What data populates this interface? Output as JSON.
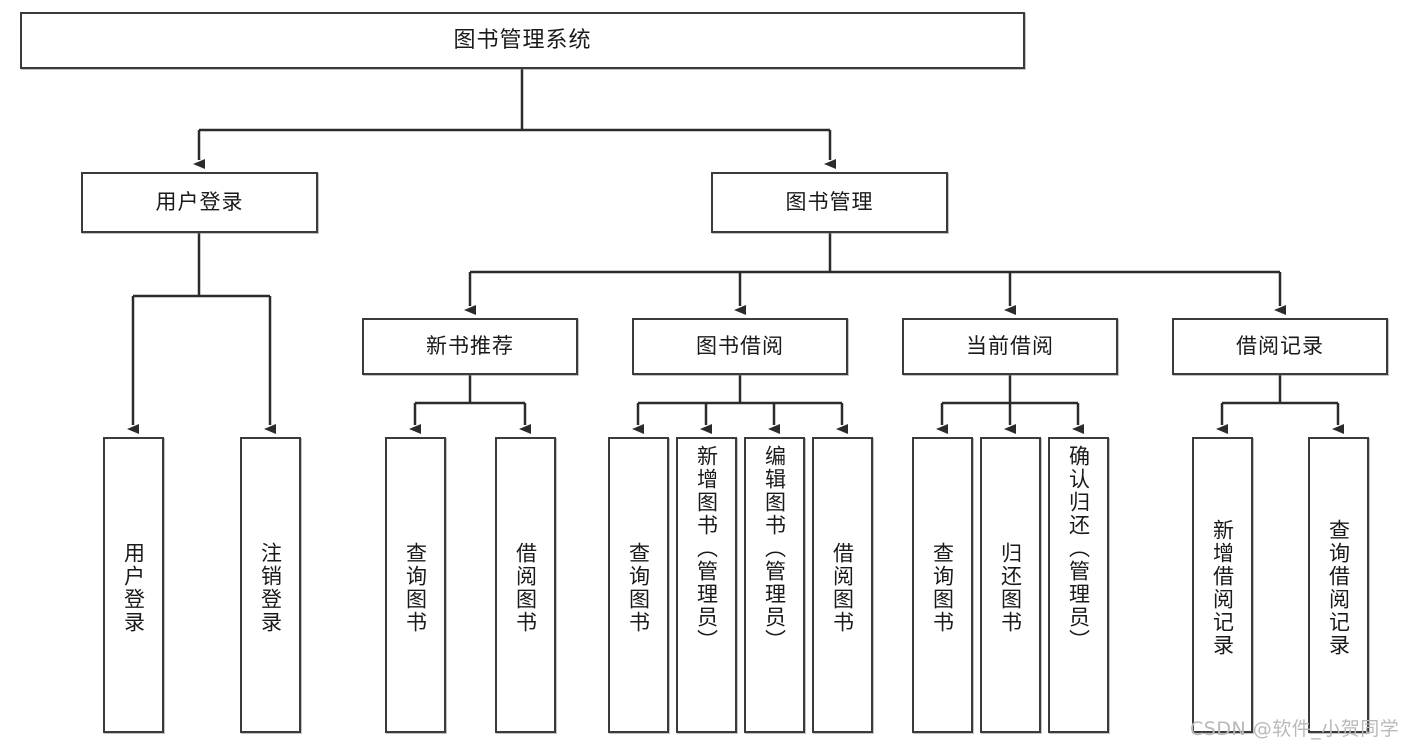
{
  "diagram": {
    "title": "图书管理系统",
    "root": {
      "label": "图书管理系统"
    },
    "level2": [
      {
        "label": "用户登录"
      },
      {
        "label": "图书管理"
      }
    ],
    "level3": [
      {
        "label": "新书推荐"
      },
      {
        "label": "图书借阅"
      },
      {
        "label": "当前借阅"
      },
      {
        "label": "借阅记录"
      }
    ],
    "leaves": {
      "user_login": [
        {
          "label": "用户登录"
        },
        {
          "label": "注销登录"
        }
      ],
      "new_book_recommend": [
        {
          "label": "查询图书"
        },
        {
          "label": "借阅图书"
        }
      ],
      "book_borrow": [
        {
          "label": "查询图书"
        },
        {
          "label": "新增图书（管理员）"
        },
        {
          "label": "编辑图书（管理员）"
        },
        {
          "label": "借阅图书"
        }
      ],
      "current_borrow": [
        {
          "label": "查询图书"
        },
        {
          "label": "归还图书"
        },
        {
          "label": "确认归还（管理员）"
        }
      ],
      "borrow_record": [
        {
          "label": "新增借阅记录"
        },
        {
          "label": "查询借阅记录"
        }
      ]
    }
  },
  "watermark": {
    "text": "CSDN @软件_小贺同学"
  },
  "colors": {
    "box_border": "#3b3b3b",
    "box_fill": "#ffffff",
    "edge": "#2b2b2b",
    "text": "#1a1a1a",
    "watermark": "#b9b9b9"
  }
}
